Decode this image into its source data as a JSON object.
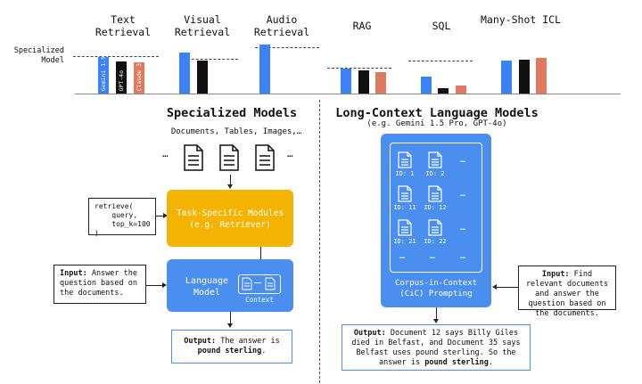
{
  "chart": {
    "specialized_label": "Specialized\nModel",
    "categories": [
      {
        "label": "Text\nRetrieval"
      },
      {
        "label": "Visual\nRetrieval"
      },
      {
        "label": "Audio\nRetrieval"
      },
      {
        "label": "RAG"
      },
      {
        "label": "SQL"
      },
      {
        "label": "Many-Shot\nICL"
      }
    ],
    "bar_labels": [
      "Gemini 1.5",
      "GPT-4o",
      "Claude 3"
    ],
    "colors": {
      "gemini": "#3b82f6",
      "gpt": "#111111",
      "claude": "#e07a5f"
    }
  },
  "left": {
    "title": "Specialized Models",
    "documents_label": "Documents, Tables, Images,…",
    "dots": "…",
    "code": "retrieve(\n    query,\n    top_k=100\n)",
    "code_keyword": "retrieve",
    "modules_line1": "Task-Specific Modules",
    "modules_line2": "(e.g. Retriever)",
    "lm_line1": "Language",
    "lm_line2": "Model",
    "context_label": "Context",
    "input_bold": "Input:",
    "input_text": " Answer the question based on the documents.",
    "output_bold": "Output:",
    "output_text": " The answer is",
    "output_answer": "pound sterling",
    "output_period": "."
  },
  "right": {
    "title": "Long-Context Language Models",
    "subtitle": "(e.g. Gemini 1.5 Pro, GPT-4o)",
    "ids": [
      "ID: 1",
      "ID: 2",
      "ID: 11",
      "ID: 12",
      "ID: 21",
      "ID: 22"
    ],
    "dots": "…",
    "cic_line1": "Corpus-in-Context",
    "cic_line2": "(CiC) Prompting",
    "input_bold": "Input:",
    "input_text": " Find relevant documents and answer the question based on the documents.",
    "output_bold": "Output:",
    "output_text": " Document 12 says Billy Giles died in Belfast, and Document 35 says Belfast uses pound sterling. So the answer is ",
    "output_answer": "pound sterling",
    "output_period": "."
  }
}
